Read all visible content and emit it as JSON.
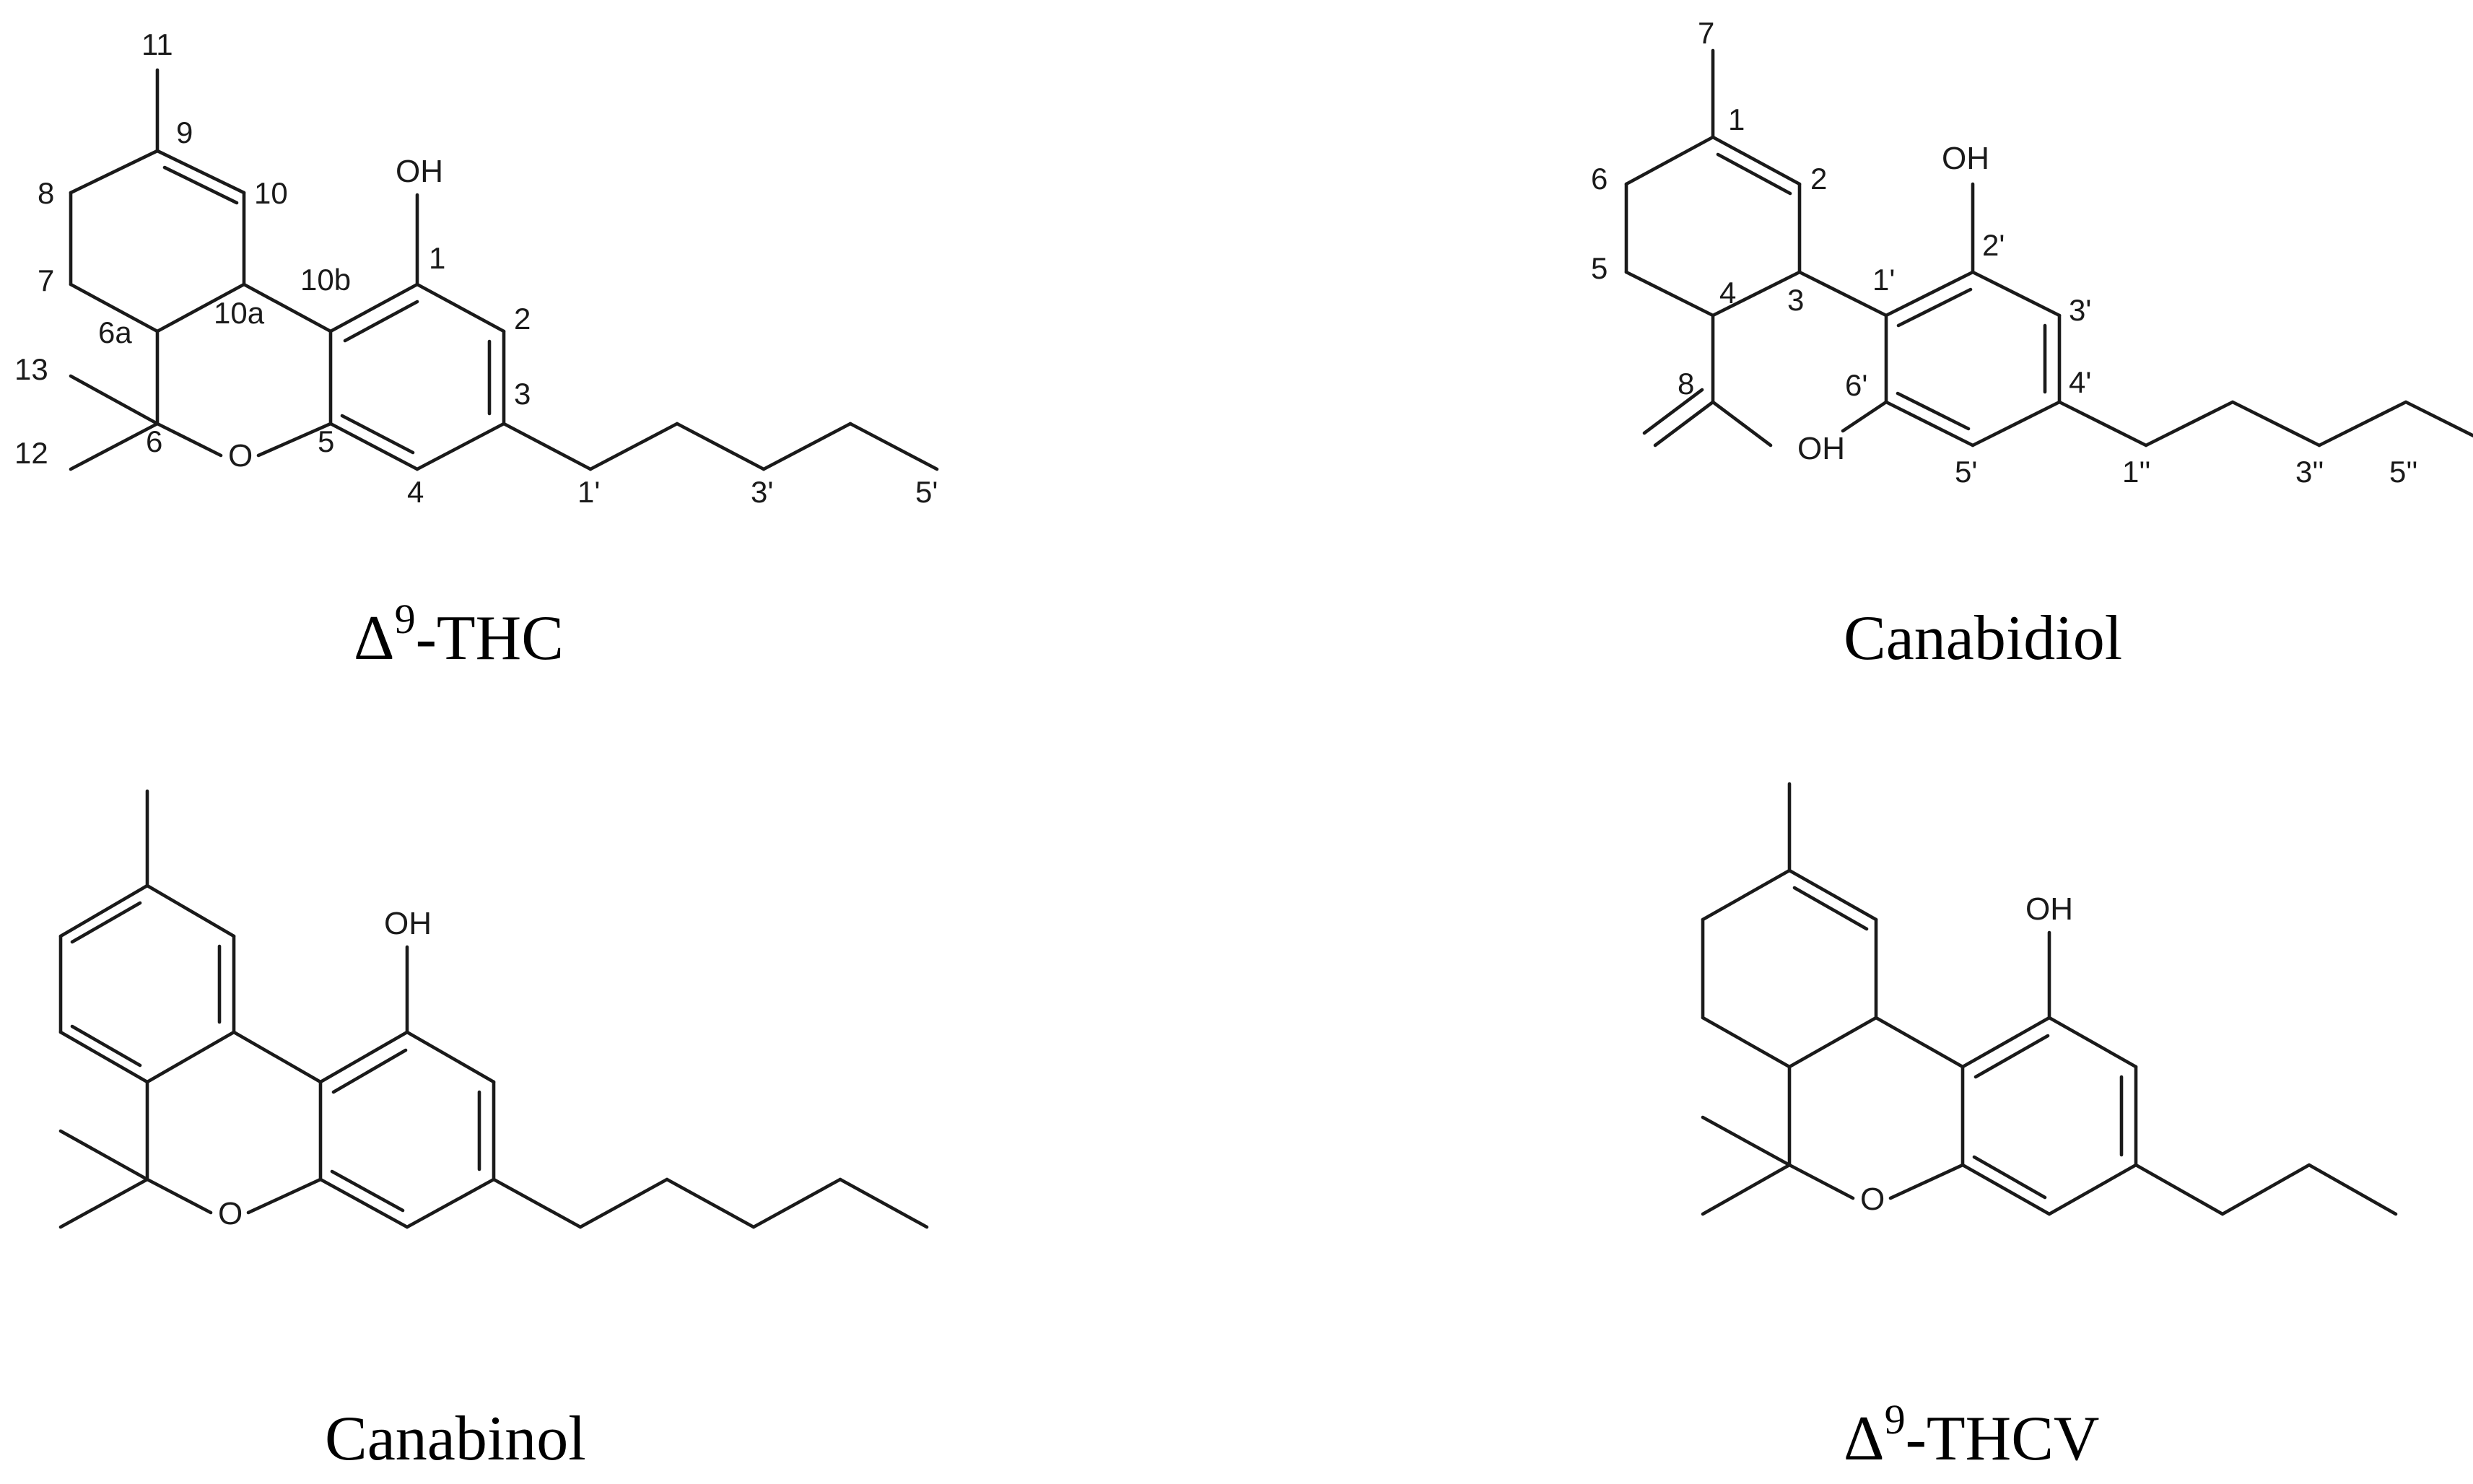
{
  "molecules": [
    {
      "caption_prefix": "Δ",
      "caption_sup": "9",
      "caption_suffix": "-THC",
      "hydroxyl": "OH",
      "ring_oxygen": "O",
      "numbering": [
        "11",
        "9",
        "10",
        "8",
        "7",
        "6a",
        "10a",
        "10b",
        "1",
        "2",
        "3",
        "13",
        "12",
        "6",
        "5",
        "4",
        "1'",
        "3'",
        "5'"
      ]
    },
    {
      "caption": "Canabidiol",
      "hydroxyl_top": "OH",
      "hydroxyl_bottom": "OH",
      "numbering": [
        "7",
        "1",
        "2",
        "6",
        "5",
        "4",
        "3",
        "1'",
        "2'",
        "3'",
        "8",
        "6'",
        "4'",
        "5'",
        "1''",
        "3''",
        "5''"
      ]
    },
    {
      "caption": "Canabinol",
      "hydroxyl": "OH",
      "ring_oxygen": "O"
    },
    {
      "caption_prefix": "Δ",
      "caption_sup": "9",
      "caption_suffix": "-THCV",
      "hydroxyl": "OH",
      "ring_oxygen": "O"
    }
  ]
}
